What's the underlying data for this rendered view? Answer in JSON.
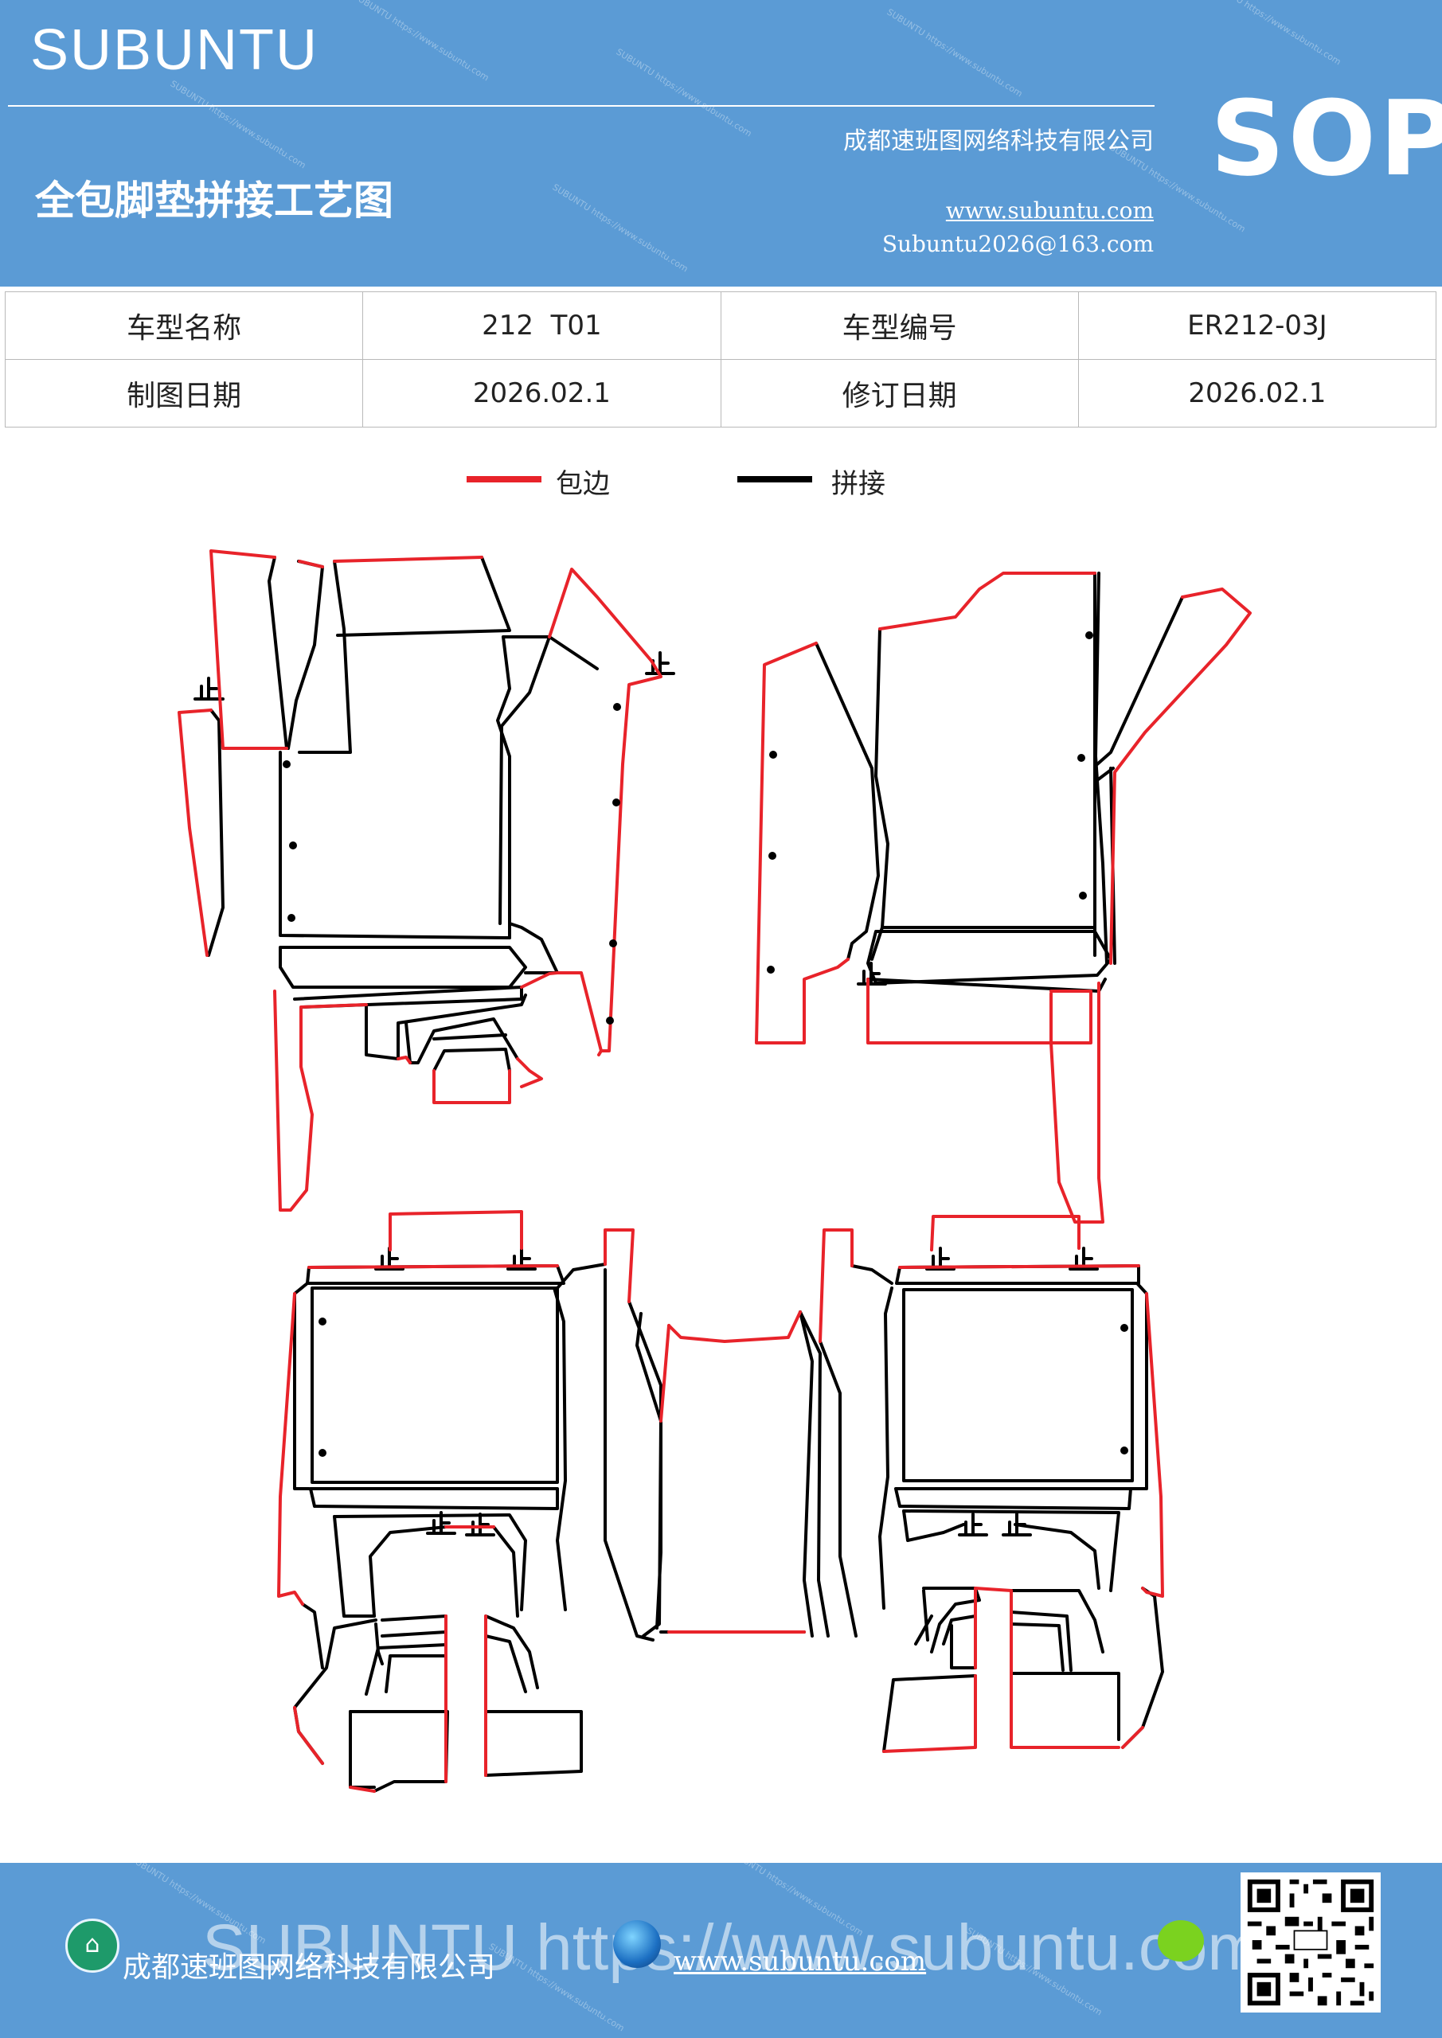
{
  "header": {
    "brand": "SUBUNTU",
    "title": "全包脚垫拼接工艺图",
    "company": "成都速班图网络科技有限公司",
    "website": "www.subuntu.com",
    "email": "Subuntu2026@163.com",
    "badge": "SOP"
  },
  "info_table": {
    "model_name_label": "车型名称",
    "model_name_value": "212  T01",
    "model_code_label": "车型编号",
    "model_code_value": "ER212-03J",
    "draw_date_label": "制图日期",
    "draw_date_value": "2026.02.1",
    "revise_date_label": "修订日期",
    "revise_date_value": "2026.02.1"
  },
  "legend": {
    "edge_label": "包边",
    "edge_color": "#e8232a",
    "seam_label": "拼接",
    "seam_color": "#000000"
  },
  "diagram": {
    "stop_mark": "止"
  },
  "footer": {
    "company": "成都速班图网络科技有限公司",
    "watermark_text": "SUBUNTU https://www.subuntu.com",
    "website": "www.subuntu.com"
  },
  "colors": {
    "header_bg": "#5b9bd5",
    "edge": "#e8232a",
    "seam": "#000000"
  }
}
